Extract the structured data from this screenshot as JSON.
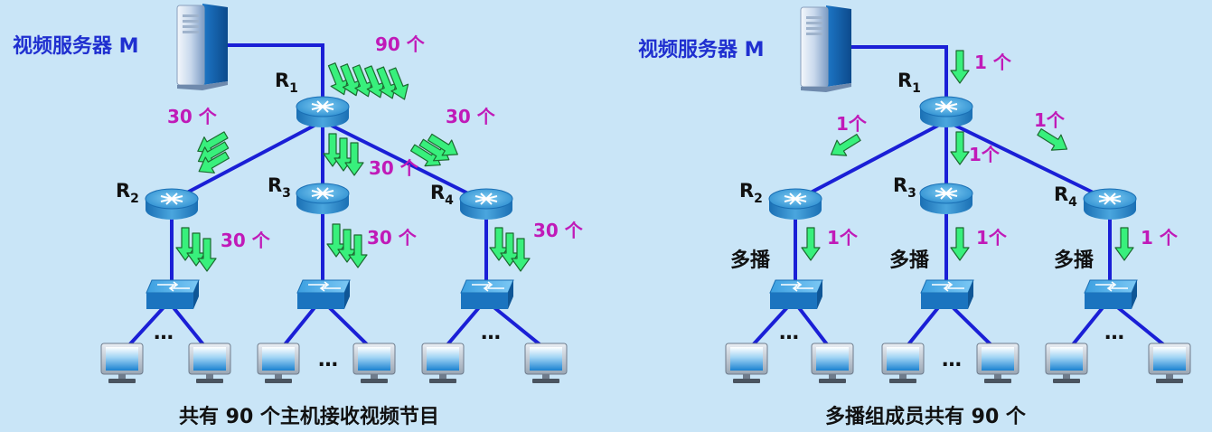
{
  "left": {
    "server_label": "视频服务器 M",
    "router_labels": [
      "R1",
      "R2",
      "R3",
      "R4"
    ],
    "counts": {
      "server_to_r1": "90 个",
      "r1_to_r2": "30 个",
      "r1_to_r3": "30 个",
      "r1_to_r4": "30 个",
      "r2_to_switch": "30 个",
      "r3_to_switch": "30 个",
      "r4_to_switch": "30 个"
    },
    "ellipsis": [
      "…",
      "…",
      "…"
    ],
    "caption": "共有 90 个主机接收视频节目"
  },
  "right": {
    "server_label": "视频服务器 M",
    "router_labels": [
      "R1",
      "R2",
      "R3",
      "R4"
    ],
    "counts": {
      "server_to_r1": "1 个",
      "r1_to_r2": "1个",
      "r1_to_r3": "1个",
      "r1_to_r4": "1个",
      "r2_to_switch": "1个",
      "r3_to_switch": "1个",
      "r4_to_switch": "1 个"
    },
    "multicast_labels": [
      "多播",
      "多播",
      "多播"
    ],
    "ellipsis": [
      "…",
      "…",
      "…"
    ],
    "caption": "多播组成员共有 90 个"
  },
  "colors": {
    "background": "#c9e5f7",
    "link": "#1a1fd6",
    "arrow_fill": "#38f07c",
    "count_text": "#c01ab8",
    "server_text": "#1f2fd0"
  }
}
